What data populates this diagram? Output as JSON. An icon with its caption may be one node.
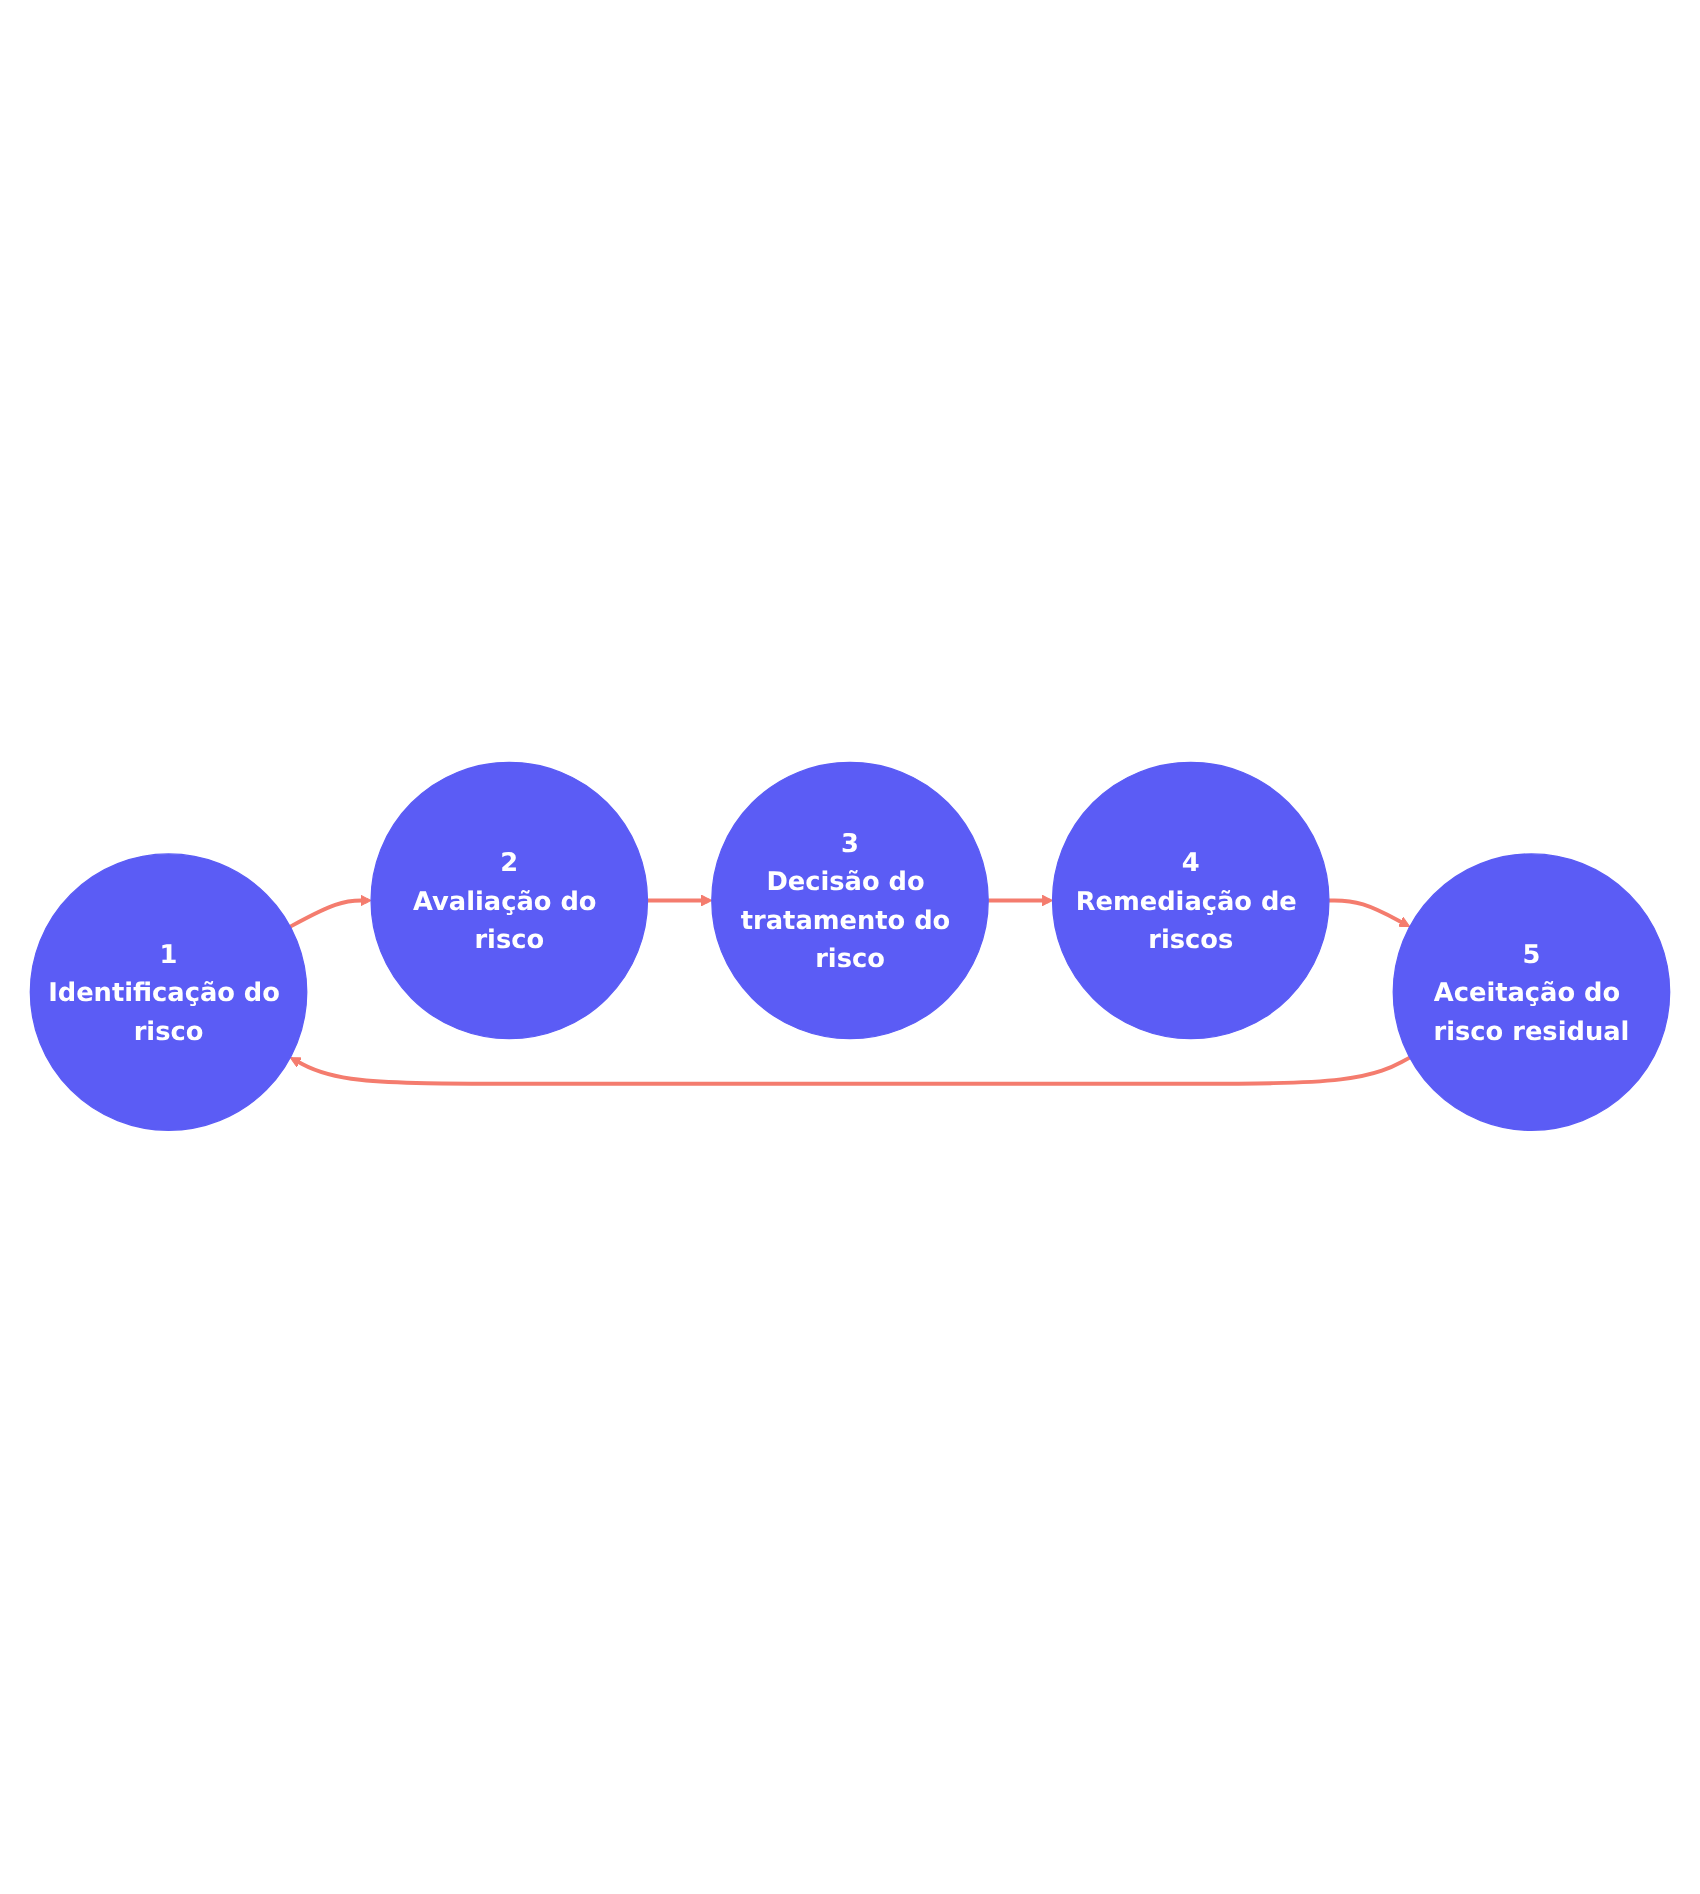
{
  "diagram": {
    "nodes": [
      {
        "text": [
          "1",
          "Identificação do risco"
        ]
      },
      {
        "text": [
          "2",
          "Avaliação do risco"
        ]
      },
      {
        "text": [
          "3",
          "Decisão do tratamento do risco"
        ]
      },
      {
        "text": [
          "4",
          "Remediação de riscos"
        ]
      },
      {
        "text": [
          "5",
          "Aceitação do risco residual"
        ]
      }
    ],
    "edges": [
      {
        "from": 0,
        "to": 1,
        "arrow": "to"
      },
      {
        "from": 1,
        "to": 2,
        "arrow": "to"
      },
      {
        "from": 2,
        "to": 3,
        "arrow": "to"
      },
      {
        "from": 3,
        "to": 4,
        "arrow": "to"
      },
      {
        "from": 4,
        "to": 0,
        "arrow": "to"
      }
    ]
  }
}
